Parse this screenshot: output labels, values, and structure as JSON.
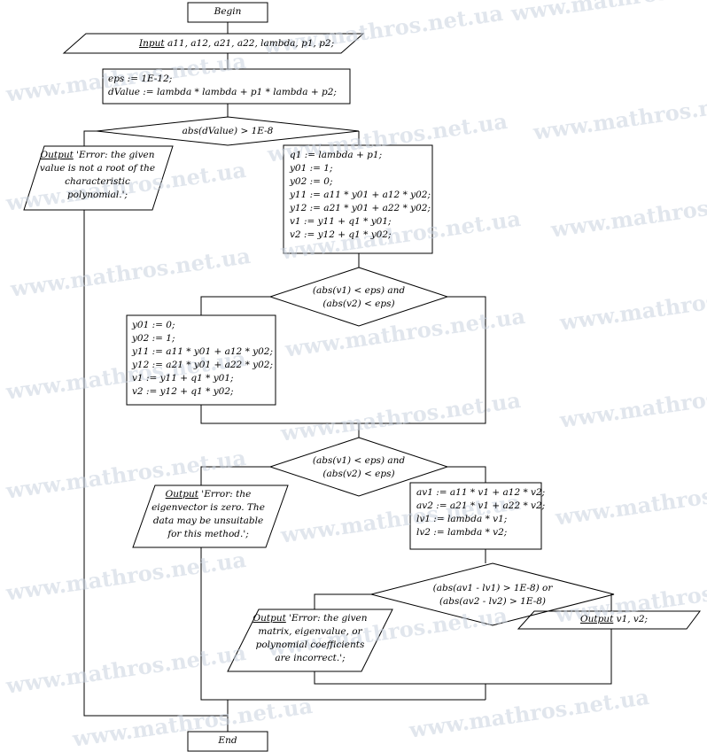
{
  "watermark": "www.mathros.net.ua",
  "blocks": {
    "begin": "Begin",
    "input_keyword": "Input",
    "input_vars": " a11, a12, a21, a22, lambda, p1, p2;",
    "init_lines": [
      "eps := 1E-12;",
      "dValue := lambda * lambda + p1 * lambda + p2;"
    ],
    "cond1": "abs(dValue) > 1E-8",
    "output_keyword": "Output",
    "error1_lines": [
      " 'Error: the given",
      "value is not a root of the",
      "characteristic",
      "polynomial.';"
    ],
    "calc1_lines": [
      "q1 := lambda + p1;",
      "y01 := 1;",
      "y02 := 0;",
      "y11 := a11 * y01 + a12 * y02;",
      "y12 := a21 * y01 + a22 * y02;",
      "v1 := y11 + q1 * y01;",
      "v2 := y12 + q1 * y02;"
    ],
    "cond2_lines": [
      "(abs(v1) < eps) and",
      "(abs(v2) < eps)"
    ],
    "calc2_lines": [
      "y01 := 0;",
      "y02 := 1;",
      "y11 := a11 * y01 + a12 * y02;",
      "y12 := a21 * y01 + a22 * y02;",
      "v1 := y11 + q1 * y01;",
      "v2 := y12 + q1 * y02;"
    ],
    "cond3_lines": [
      "(abs(v1) < eps) and",
      "(abs(v2) < eps)"
    ],
    "error2_lines": [
      " 'Error: the",
      "eigenvector is zero. The",
      "data may be unsuitable",
      "for this method.';"
    ],
    "calc3_lines": [
      "av1 := a11 * v1 + a12 * v2;",
      "av2 := a21 * v1 + a22 * v2;",
      "lv1 := lambda * v1;",
      "lv2 := lambda * v2;"
    ],
    "cond4_lines": [
      "(abs(av1 - lv1) > 1E-8) or",
      "(abs(av2 - lv2) > 1E-8)"
    ],
    "error3_lines": [
      " 'Error: the given",
      "matrix, eigenvalue, or",
      "polynomial coefficients",
      "are incorrect.';"
    ],
    "output_vars": " v1, v2;",
    "end": "End"
  }
}
